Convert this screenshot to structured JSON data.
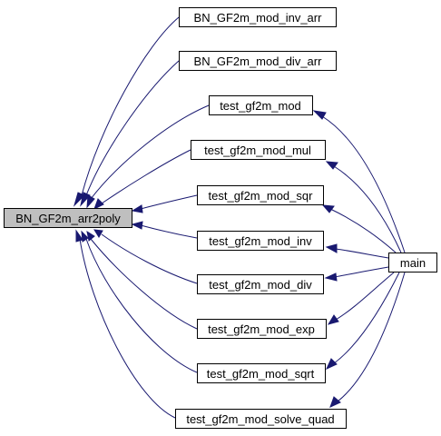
{
  "graph": {
    "nodes": [
      {
        "id": "root",
        "label": "BN_GF2m_arr2poly"
      },
      {
        "id": "inv_arr",
        "label": "BN_GF2m_mod_inv_arr"
      },
      {
        "id": "div_arr",
        "label": "BN_GF2m_mod_div_arr"
      },
      {
        "id": "t_mod",
        "label": "test_gf2m_mod"
      },
      {
        "id": "t_mul",
        "label": "test_gf2m_mod_mul"
      },
      {
        "id": "t_sqr",
        "label": "test_gf2m_mod_sqr"
      },
      {
        "id": "t_inv",
        "label": "test_gf2m_mod_inv"
      },
      {
        "id": "t_div",
        "label": "test_gf2m_mod_div"
      },
      {
        "id": "t_exp",
        "label": "test_gf2m_mod_exp"
      },
      {
        "id": "t_sqrt",
        "label": "test_gf2m_mod_sqrt"
      },
      {
        "id": "t_quad",
        "label": "test_gf2m_mod_solve_quad"
      },
      {
        "id": "main",
        "label": "main"
      }
    ],
    "edges": [
      {
        "from": "inv_arr",
        "to": "root"
      },
      {
        "from": "div_arr",
        "to": "root"
      },
      {
        "from": "t_mod",
        "to": "root"
      },
      {
        "from": "t_mul",
        "to": "root"
      },
      {
        "from": "t_sqr",
        "to": "root"
      },
      {
        "from": "t_inv",
        "to": "root"
      },
      {
        "from": "t_div",
        "to": "root"
      },
      {
        "from": "t_exp",
        "to": "root"
      },
      {
        "from": "t_sqrt",
        "to": "root"
      },
      {
        "from": "t_quad",
        "to": "root"
      },
      {
        "from": "main",
        "to": "t_mod"
      },
      {
        "from": "main",
        "to": "t_mul"
      },
      {
        "from": "main",
        "to": "t_sqr"
      },
      {
        "from": "main",
        "to": "t_inv"
      },
      {
        "from": "main",
        "to": "t_div"
      },
      {
        "from": "main",
        "to": "t_exp"
      },
      {
        "from": "main",
        "to": "t_sqrt"
      },
      {
        "from": "main",
        "to": "t_quad"
      }
    ]
  },
  "colors": {
    "edge": "#191970",
    "root_fill": "#bfbfbf",
    "node_fill": "#ffffff",
    "node_border": "#000000"
  }
}
